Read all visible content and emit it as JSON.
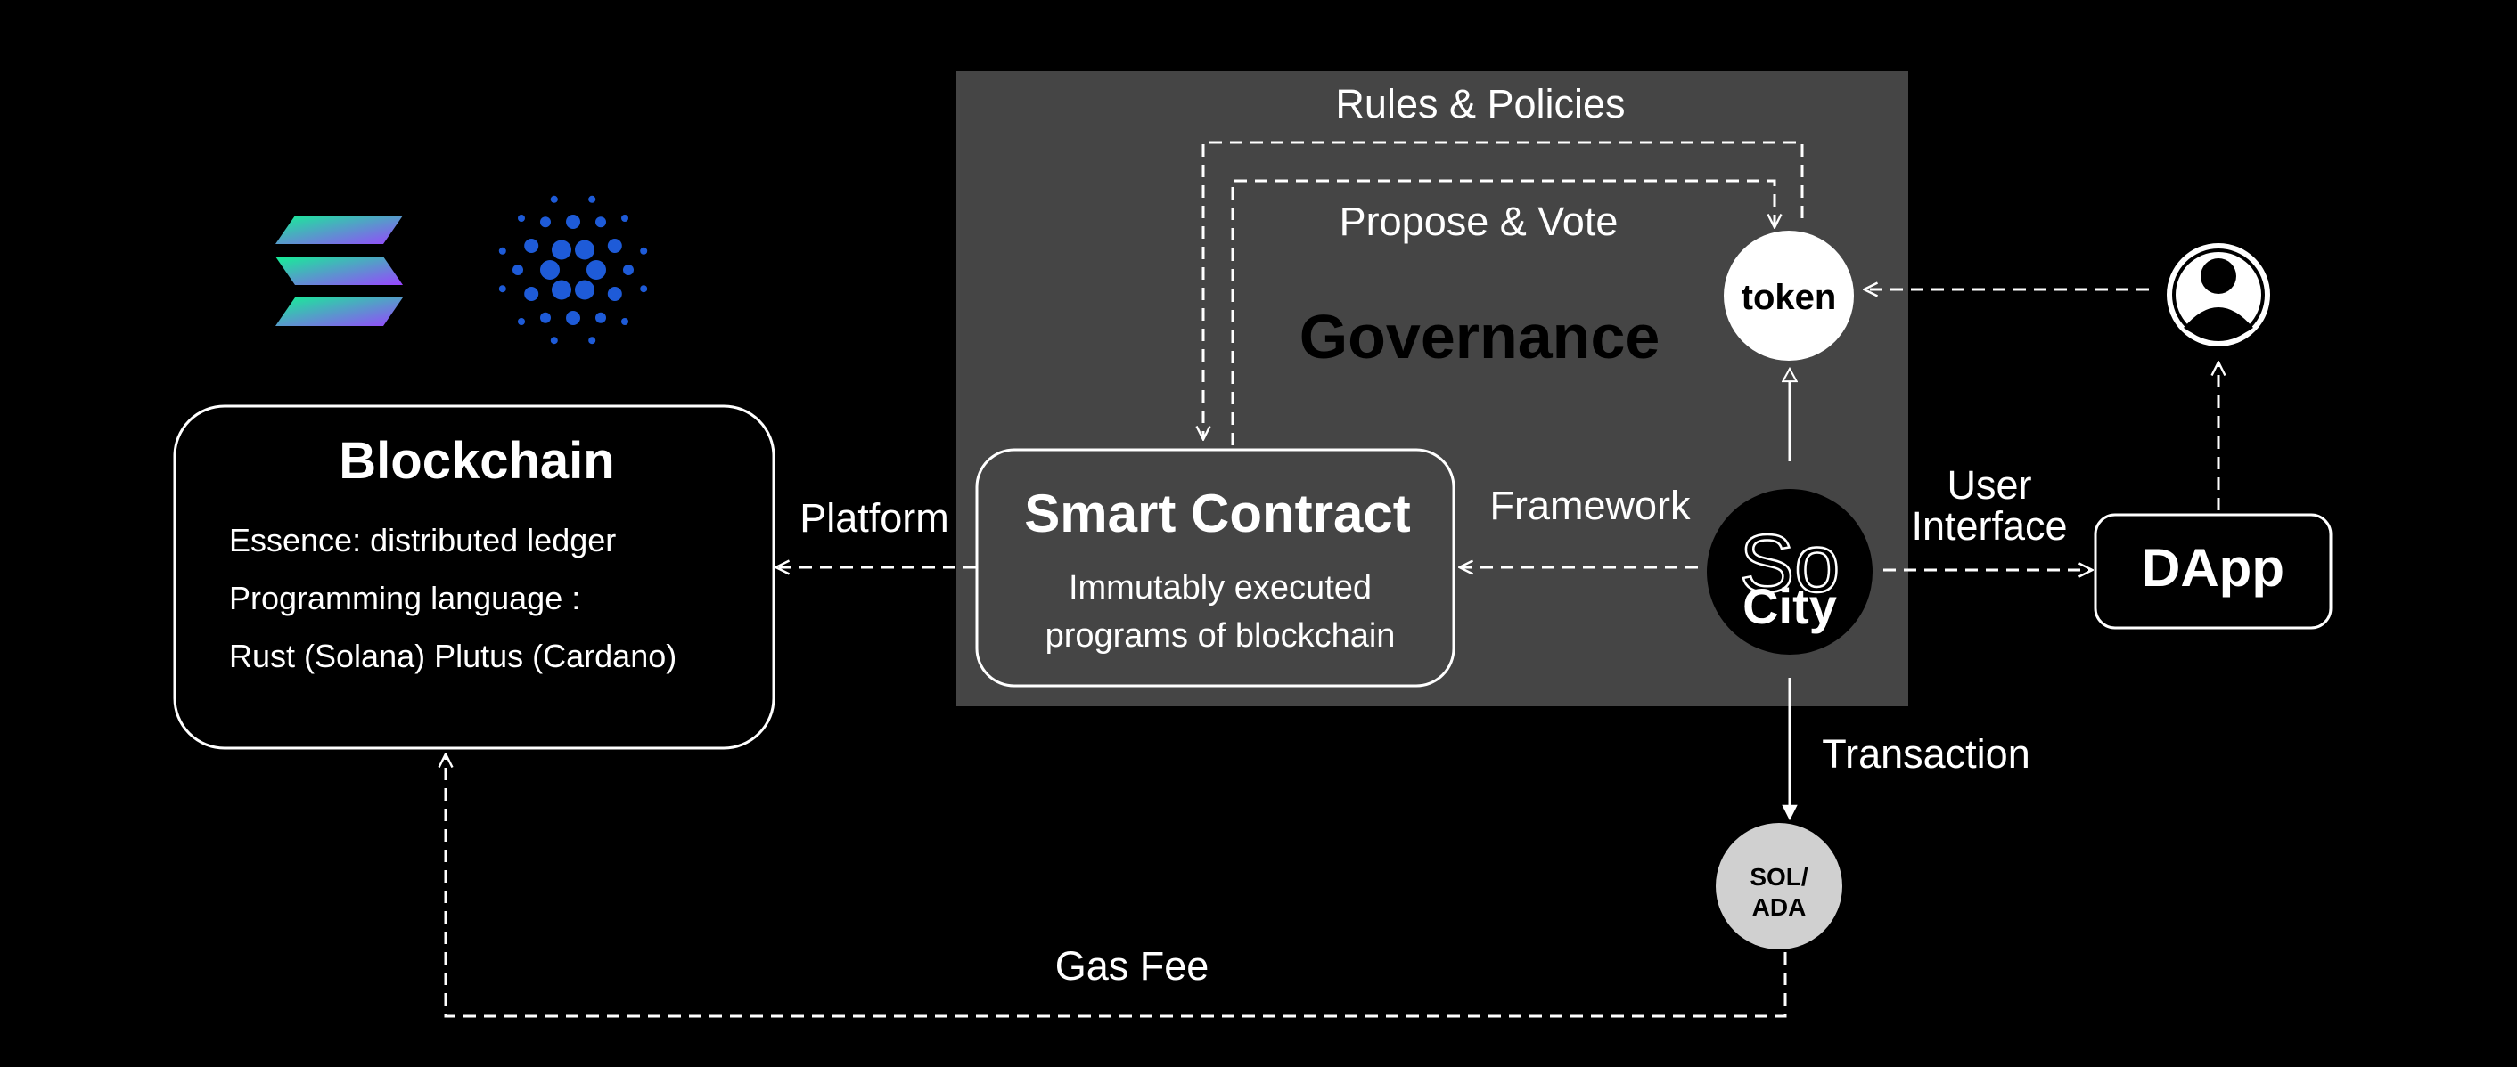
{
  "governance": {
    "title": "Governance"
  },
  "blockchain": {
    "title": "Blockchain",
    "lines": [
      "Essence: distributed ledger",
      "Programming language :",
      "Rust (Solana) Plutus (Cardano)"
    ]
  },
  "smart_contract": {
    "title": "Smart Contract",
    "lines": [
      "Immutably executed",
      "programs of blockchain"
    ]
  },
  "dapp": {
    "title": "DApp"
  },
  "token": {
    "label": "token"
  },
  "socity": {
    "line1": "So",
    "line2": "City"
  },
  "sol_ada": {
    "line1": "SOL/",
    "line2": "ADA"
  },
  "edges": {
    "rules_policies": "Rules & Policies",
    "propose_vote": "Propose & Vote",
    "platform": "Platform",
    "framework": "Framework",
    "user_interface_1": "User",
    "user_interface_2": "Interface",
    "transaction": "Transaction",
    "gas_fee": "Gas Fee"
  },
  "logos": [
    "solana-logo",
    "cardano-logo"
  ],
  "icons": [
    "user-icon"
  ],
  "colors": {
    "background": "#000000",
    "governance_panel": "#454545",
    "node_white": "#ffffff",
    "sol_ada_node": "#d0d0d0",
    "solana_gradient": [
      "#14F195",
      "#9945FF"
    ],
    "cardano_blue": "#1E5BD8"
  }
}
